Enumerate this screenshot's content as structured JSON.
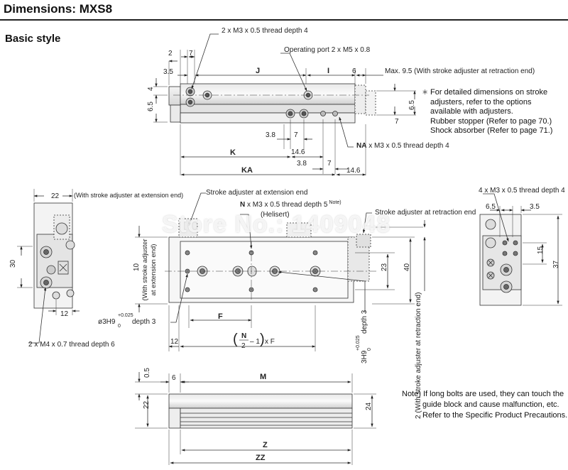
{
  "header": {
    "title": "Dimensions: MXS8"
  },
  "subtitle": "Basic style",
  "watermark": "Store No.: 1409048",
  "notes": {
    "star": "∗",
    "stroke_notes": [
      "For detailed dimensions on stroke",
      "adjusters, refer to the options",
      "available with adjusters.",
      "Rubber stopper (Refer to page 70.)",
      "Shock absorber (Refer to page 71.)"
    ],
    "bottom_note": [
      "Note) If long bolts are used, they can touch the",
      "guide block and cause malfunction, etc.",
      "Refer to the Specific Product Precautions."
    ]
  },
  "top_view": {
    "callout_thread": "2 x M3 x 0.5 thread depth 4",
    "callout_port": "Operating port 2 x M5 x 0.8",
    "callout_max": "Max. 9.5 (With stroke adjuster at retraction end)",
    "dim_2": "2",
    "dim_7": "7",
    "dim_3_5": "3.5",
    "dim_J": "J",
    "dim_I": "I",
    "dim_6": "6",
    "dim_4": "4",
    "dim_6_5": "6.5",
    "dim_6_5_right": "6.5",
    "dim_7_right": "7",
    "dim_3_8": "3.8",
    "dim_7_mid": "7",
    "dim_K": "K",
    "dim_14_6": "14.6",
    "dim_3_8_b": "3.8",
    "dim_7_b": "7",
    "dim_KA": "KA",
    "dim_14_6_b": "14.6",
    "callout_na_bold": "NA",
    "callout_na_rest": " x M3 x 0.5 thread depth 4"
  },
  "left_view": {
    "dim_22": "22",
    "callout_ext": "(With stroke adjuster at extension end)",
    "dim_30": "30",
    "dim_12": "12",
    "callout_m4": "2 x M4 x 0.7 thread depth 6"
  },
  "center_view": {
    "callout_ext_adj": "Stroke adjuster at extension end",
    "callout_n_bold": "N",
    "callout_n_rest": " x M3 x 0.5 thread depth 5",
    "callout_note_sup": "Note)",
    "callout_helisert": "(Helisert)",
    "callout_ret_adj": "Stroke adjuster at retraction end",
    "dim_10": "10",
    "dim_10_text": "(With stroke adjuster",
    "dim_10_text2": "at extension end)",
    "callout_3h9_a": "ø3H9",
    "callout_3h9_tol_up": "+0.025",
    "callout_3h9_tol_lo": "0",
    "callout_3h9_depth": "depth 3",
    "dim_F": "F",
    "dim_12": "12",
    "formula_n": "N",
    "formula_2": "2",
    "formula_rest": "– 1",
    "formula_xf": "x F",
    "dim_23": "23",
    "dim_40": "40",
    "rot_3h9": "3H9",
    "rot_tol_up": "+0.025",
    "rot_tol_lo": "0",
    "rot_depth": "depth 3",
    "rot_2": "2 (With stroke adjuster at retraction end)"
  },
  "right_view": {
    "callout": "4 x M3 x 0.5 thread depth 4",
    "dim_6_5": "6.5",
    "dim_3_5": "3.5",
    "dim_15": "15",
    "dim_37": "37"
  },
  "bottom_view": {
    "dim_0_5": "0.5",
    "dim_6": "6",
    "dim_M": "M",
    "dim_22": "22",
    "dim_24": "24",
    "dim_Z": "Z",
    "dim_ZZ": "ZZ"
  }
}
